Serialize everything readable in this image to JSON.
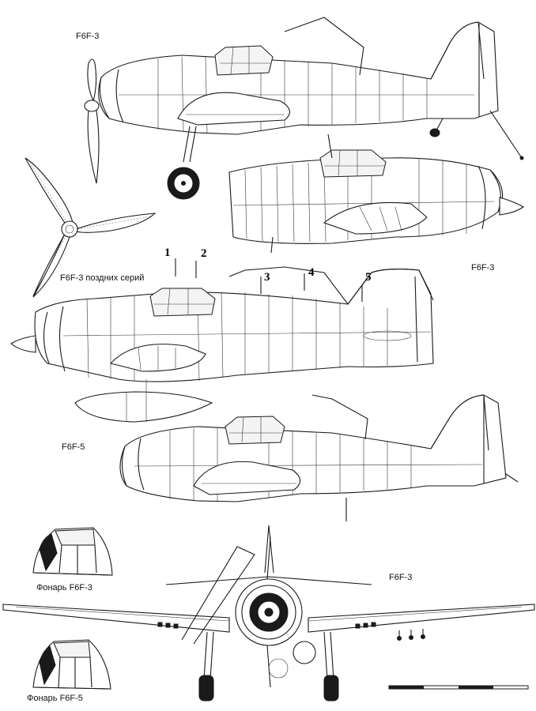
{
  "labels": {
    "view1": "F6F-3",
    "view2": "F6F-3",
    "view3": "F6F-3 поздних серий",
    "view4": "F6F-5",
    "view5": "F6F-3",
    "canopy3": "Фонарь F6F-3",
    "canopy5": "Фонарь F6F-5"
  },
  "callouts": [
    "1",
    "2",
    "3",
    "4",
    "5"
  ]
}
